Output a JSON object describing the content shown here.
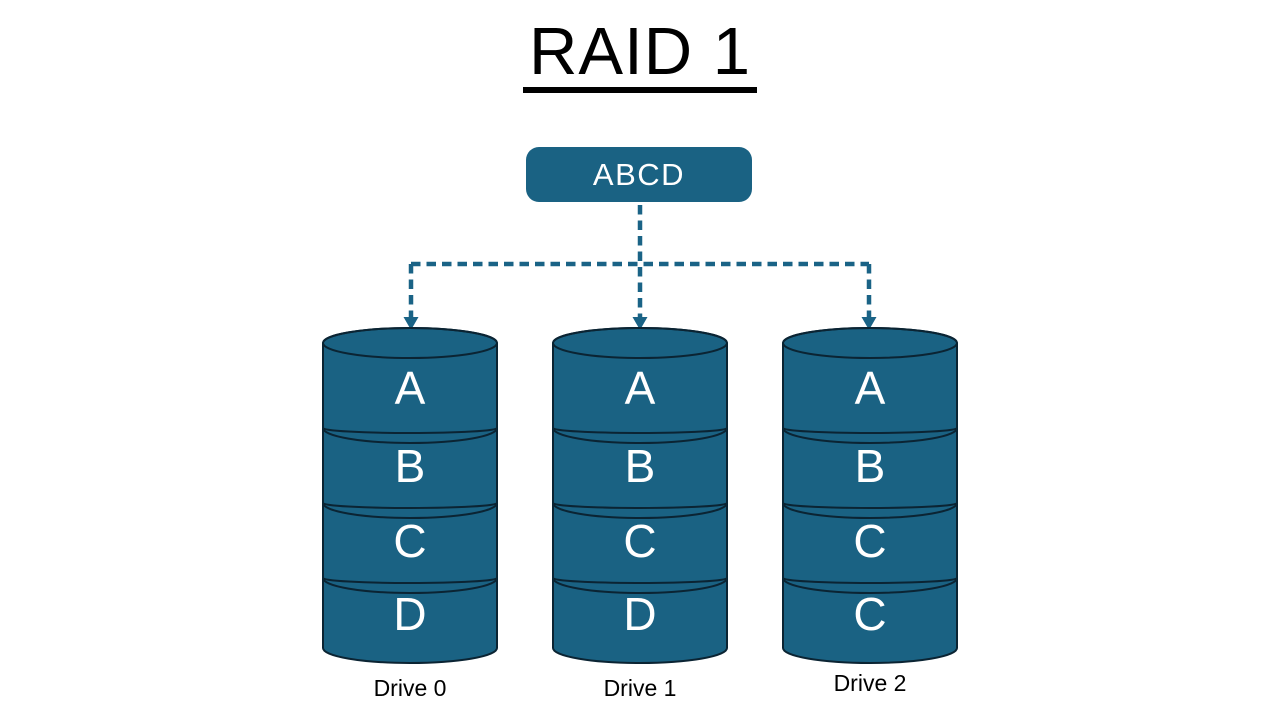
{
  "title": "RAID 1",
  "source_block": {
    "label": "ABCD"
  },
  "drives": [
    {
      "name": "Drive 0",
      "blocks": [
        "A",
        "B",
        "C",
        "D"
      ]
    },
    {
      "name": "Drive 1",
      "blocks": [
        "A",
        "B",
        "C",
        "D"
      ]
    },
    {
      "name": "Drive 2",
      "blocks": [
        "A",
        "B",
        "C",
        "C"
      ]
    }
  ],
  "colors": {
    "fill": "#1A6283",
    "outline": "#0B2433",
    "dash": "#1A6386",
    "text_on_fill": "#FFFFFF",
    "title_color": "#000000"
  }
}
